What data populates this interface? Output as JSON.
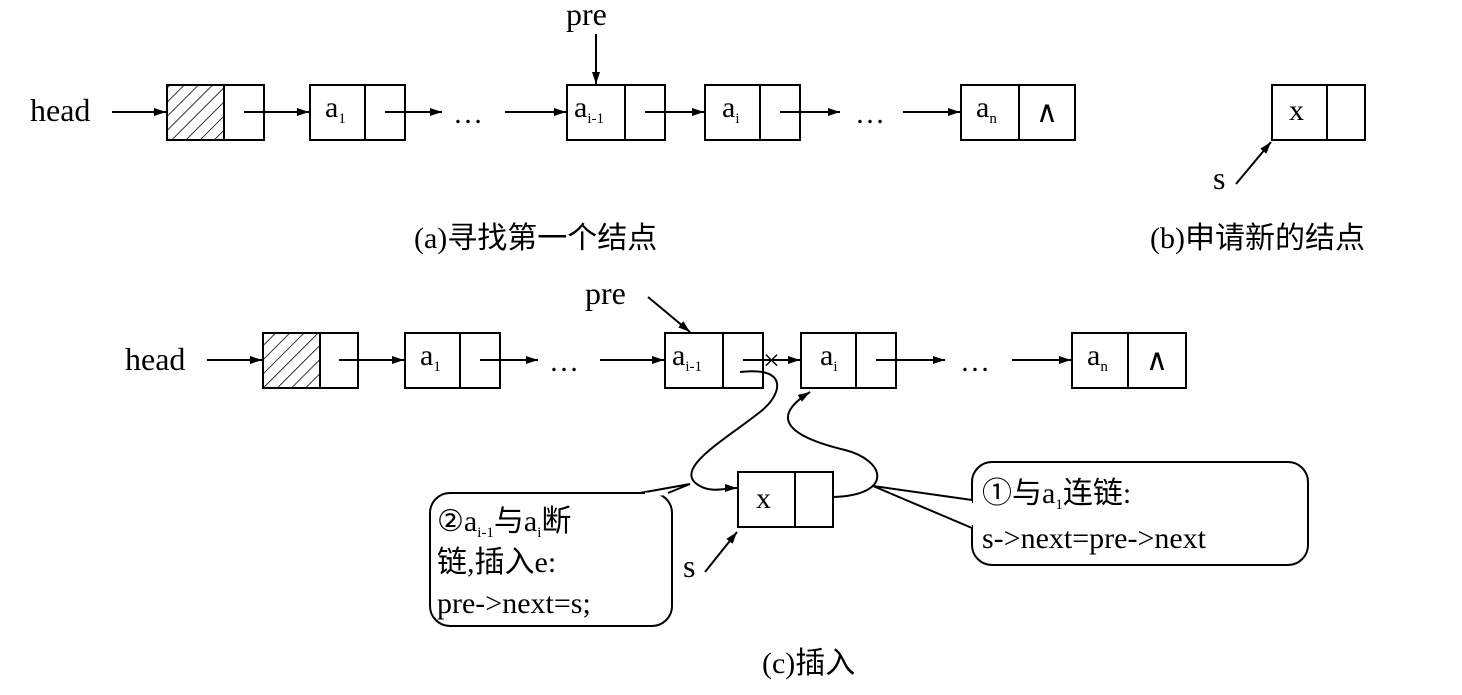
{
  "head_label": "head",
  "pre_label": "pre",
  "s_label": "s",
  "ellipsis": "…",
  "null_symbol": "∧",
  "x_value": "x",
  "nodes": {
    "a1": {
      "base": "a",
      "sub": "1"
    },
    "ai_1": {
      "base": "a",
      "sub": "i-1"
    },
    "ai": {
      "base": "a",
      "sub": "i"
    },
    "an": {
      "base": "a",
      "sub": "n"
    }
  },
  "captions": {
    "a": "(a)寻找第一个结点",
    "b": "(b)申请新的结点",
    "c": "(c)插入"
  },
  "callout1": {
    "num": "①",
    "text_pre": "与a",
    "text_sub": "1",
    "text_post": "连链:",
    "code": "s->next=pre->next"
  },
  "callout2": {
    "num": "②",
    "a1_base": "a",
    "a1_sub": "i-1",
    "mid": "与a",
    "a2_sub": "i",
    "end": "断",
    "line2": "链,插入e:",
    "line3": "pre->next=s;"
  },
  "break_mark": "×"
}
